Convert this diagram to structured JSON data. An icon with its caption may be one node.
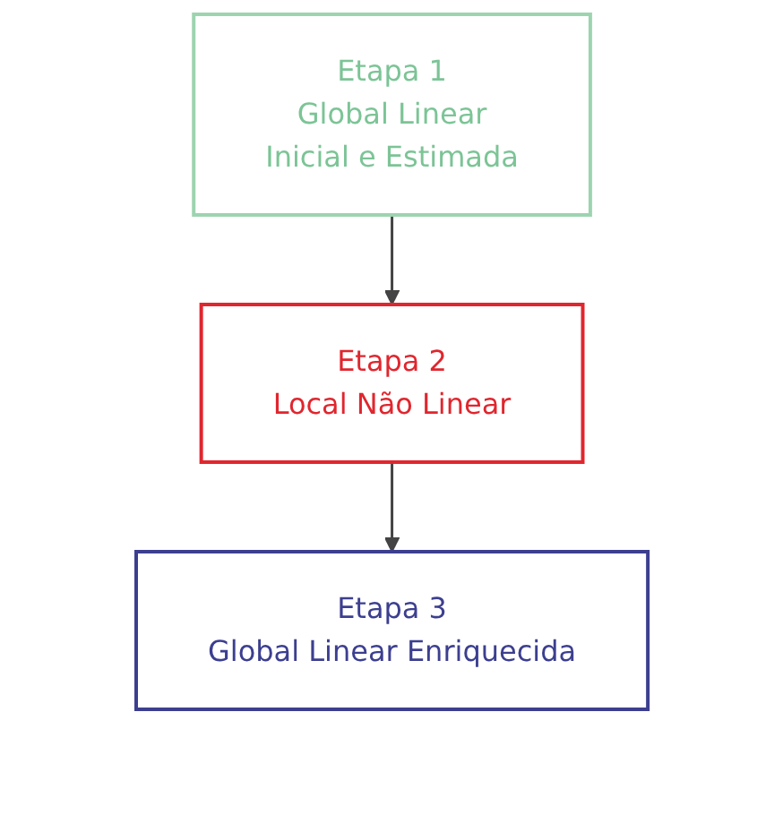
{
  "diagram": {
    "nodes": [
      {
        "text": [
          "Etapa 1",
          "Global Linear",
          "Inicial e Estimada"
        ]
      },
      {
        "text": [
          "Etapa 2",
          "Local Não Linear"
        ]
      },
      {
        "text": [
          "Etapa 3",
          "Global Linear Enriquecida"
        ]
      }
    ],
    "edges": [
      {
        "from": 0,
        "to": 1,
        "arrow": "to"
      },
      {
        "from": 1,
        "to": 2,
        "arrow": "to"
      }
    ]
  }
}
